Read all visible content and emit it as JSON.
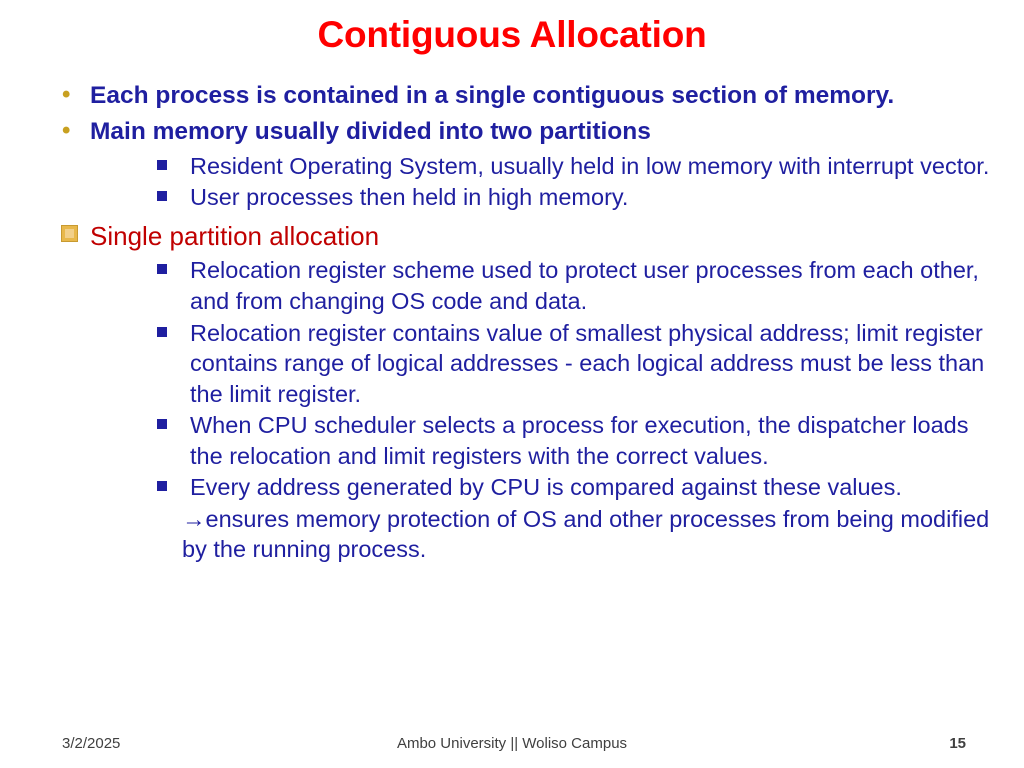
{
  "slide": {
    "title": "Contiguous Allocation",
    "bullets": [
      {
        "level": 1,
        "marker": "dot",
        "text": "Each process is contained in a single contiguous section of memory."
      },
      {
        "level": 1,
        "marker": "dot",
        "text": "Main memory usually divided into two partitions"
      },
      {
        "level": 2,
        "marker": "square",
        "text": "Resident Operating System, usually held in low memory with interrupt vector."
      },
      {
        "level": 2,
        "marker": "square",
        "text": "User processes then held in high memory."
      },
      {
        "level": 1,
        "marker": "tile",
        "text": "Single partition allocation"
      },
      {
        "level": 2,
        "marker": "square",
        "text": "Relocation register scheme used to protect user processes from each other, and from changing OS code and data."
      },
      {
        "level": 2,
        "marker": "square",
        "text": "Relocation register contains value of smallest physical address; limit register contains range of logical addresses - each logical address must be less than the limit register."
      },
      {
        "level": 2,
        "marker": "square",
        "text": "When CPU scheduler selects a process for execution, the dispatcher loads the relocation and limit registers with the correct values."
      },
      {
        "level": 2,
        "marker": "square",
        "text": " Every address generated by CPU is compared against these values."
      },
      {
        "level": 2,
        "marker": "arrow",
        "arrow_glyph": "→",
        "text": "ensures memory protection of OS and other processes from being modified by the running process."
      }
    ],
    "bullet_dot": "•"
  },
  "footer": {
    "date": "3/2/2025",
    "center": "Ambo University || Woliso Campus",
    "page_number": "15"
  },
  "colors": {
    "title": "#FF0000",
    "body_text": "#1F1FA0",
    "accent_heading": "#C00000",
    "bullet_dot": "#C8A020",
    "tile": "#E8B84B"
  }
}
